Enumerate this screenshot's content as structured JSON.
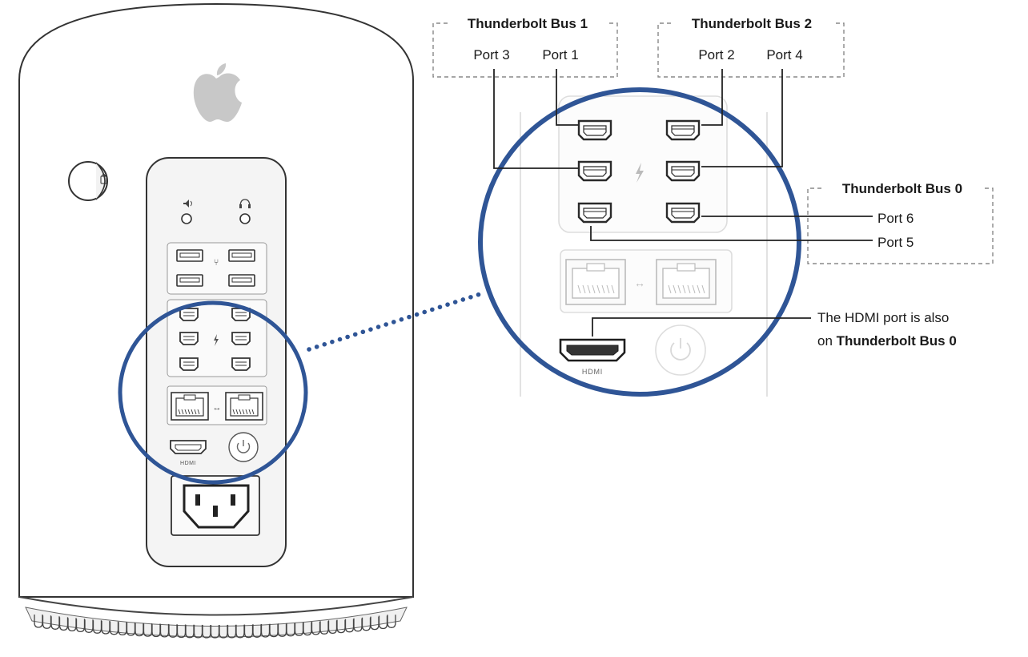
{
  "labels": {
    "bus1_title": "Thunderbolt Bus 1",
    "bus2_title": "Thunderbolt Bus 2",
    "bus0_title": "Thunderbolt Bus 0",
    "port1": "Port 1",
    "port2": "Port 2",
    "port3": "Port 3",
    "port4": "Port 4",
    "port5": "Port 5",
    "port6": "Port 6",
    "hdmi_note_line1": "The HDMI port is also",
    "hdmi_note_prefix": "on ",
    "hdmi_note_bus": "Thunderbolt Bus 0",
    "hdmi_small": "HDMI",
    "hdmi_large": "HDMI"
  },
  "colors": {
    "highlight_circle": "#2f5596",
    "outline": "#3a3a3a",
    "panel_fill": "#f4f4f4",
    "apple_logo": "#c8c8c8",
    "leader_line": "#222222",
    "dashed_box": "#888888"
  },
  "icons": {
    "apple_logo": "apple-logo-icon",
    "lock": "lock-icon",
    "speaker": "speaker-icon",
    "headphones": "headphones-icon",
    "usb": "usb-icon",
    "thunderbolt": "thunderbolt-icon",
    "ethernet": "ethernet-icon",
    "power": "power-icon",
    "ac_inlet": "ac-power-inlet-icon"
  }
}
